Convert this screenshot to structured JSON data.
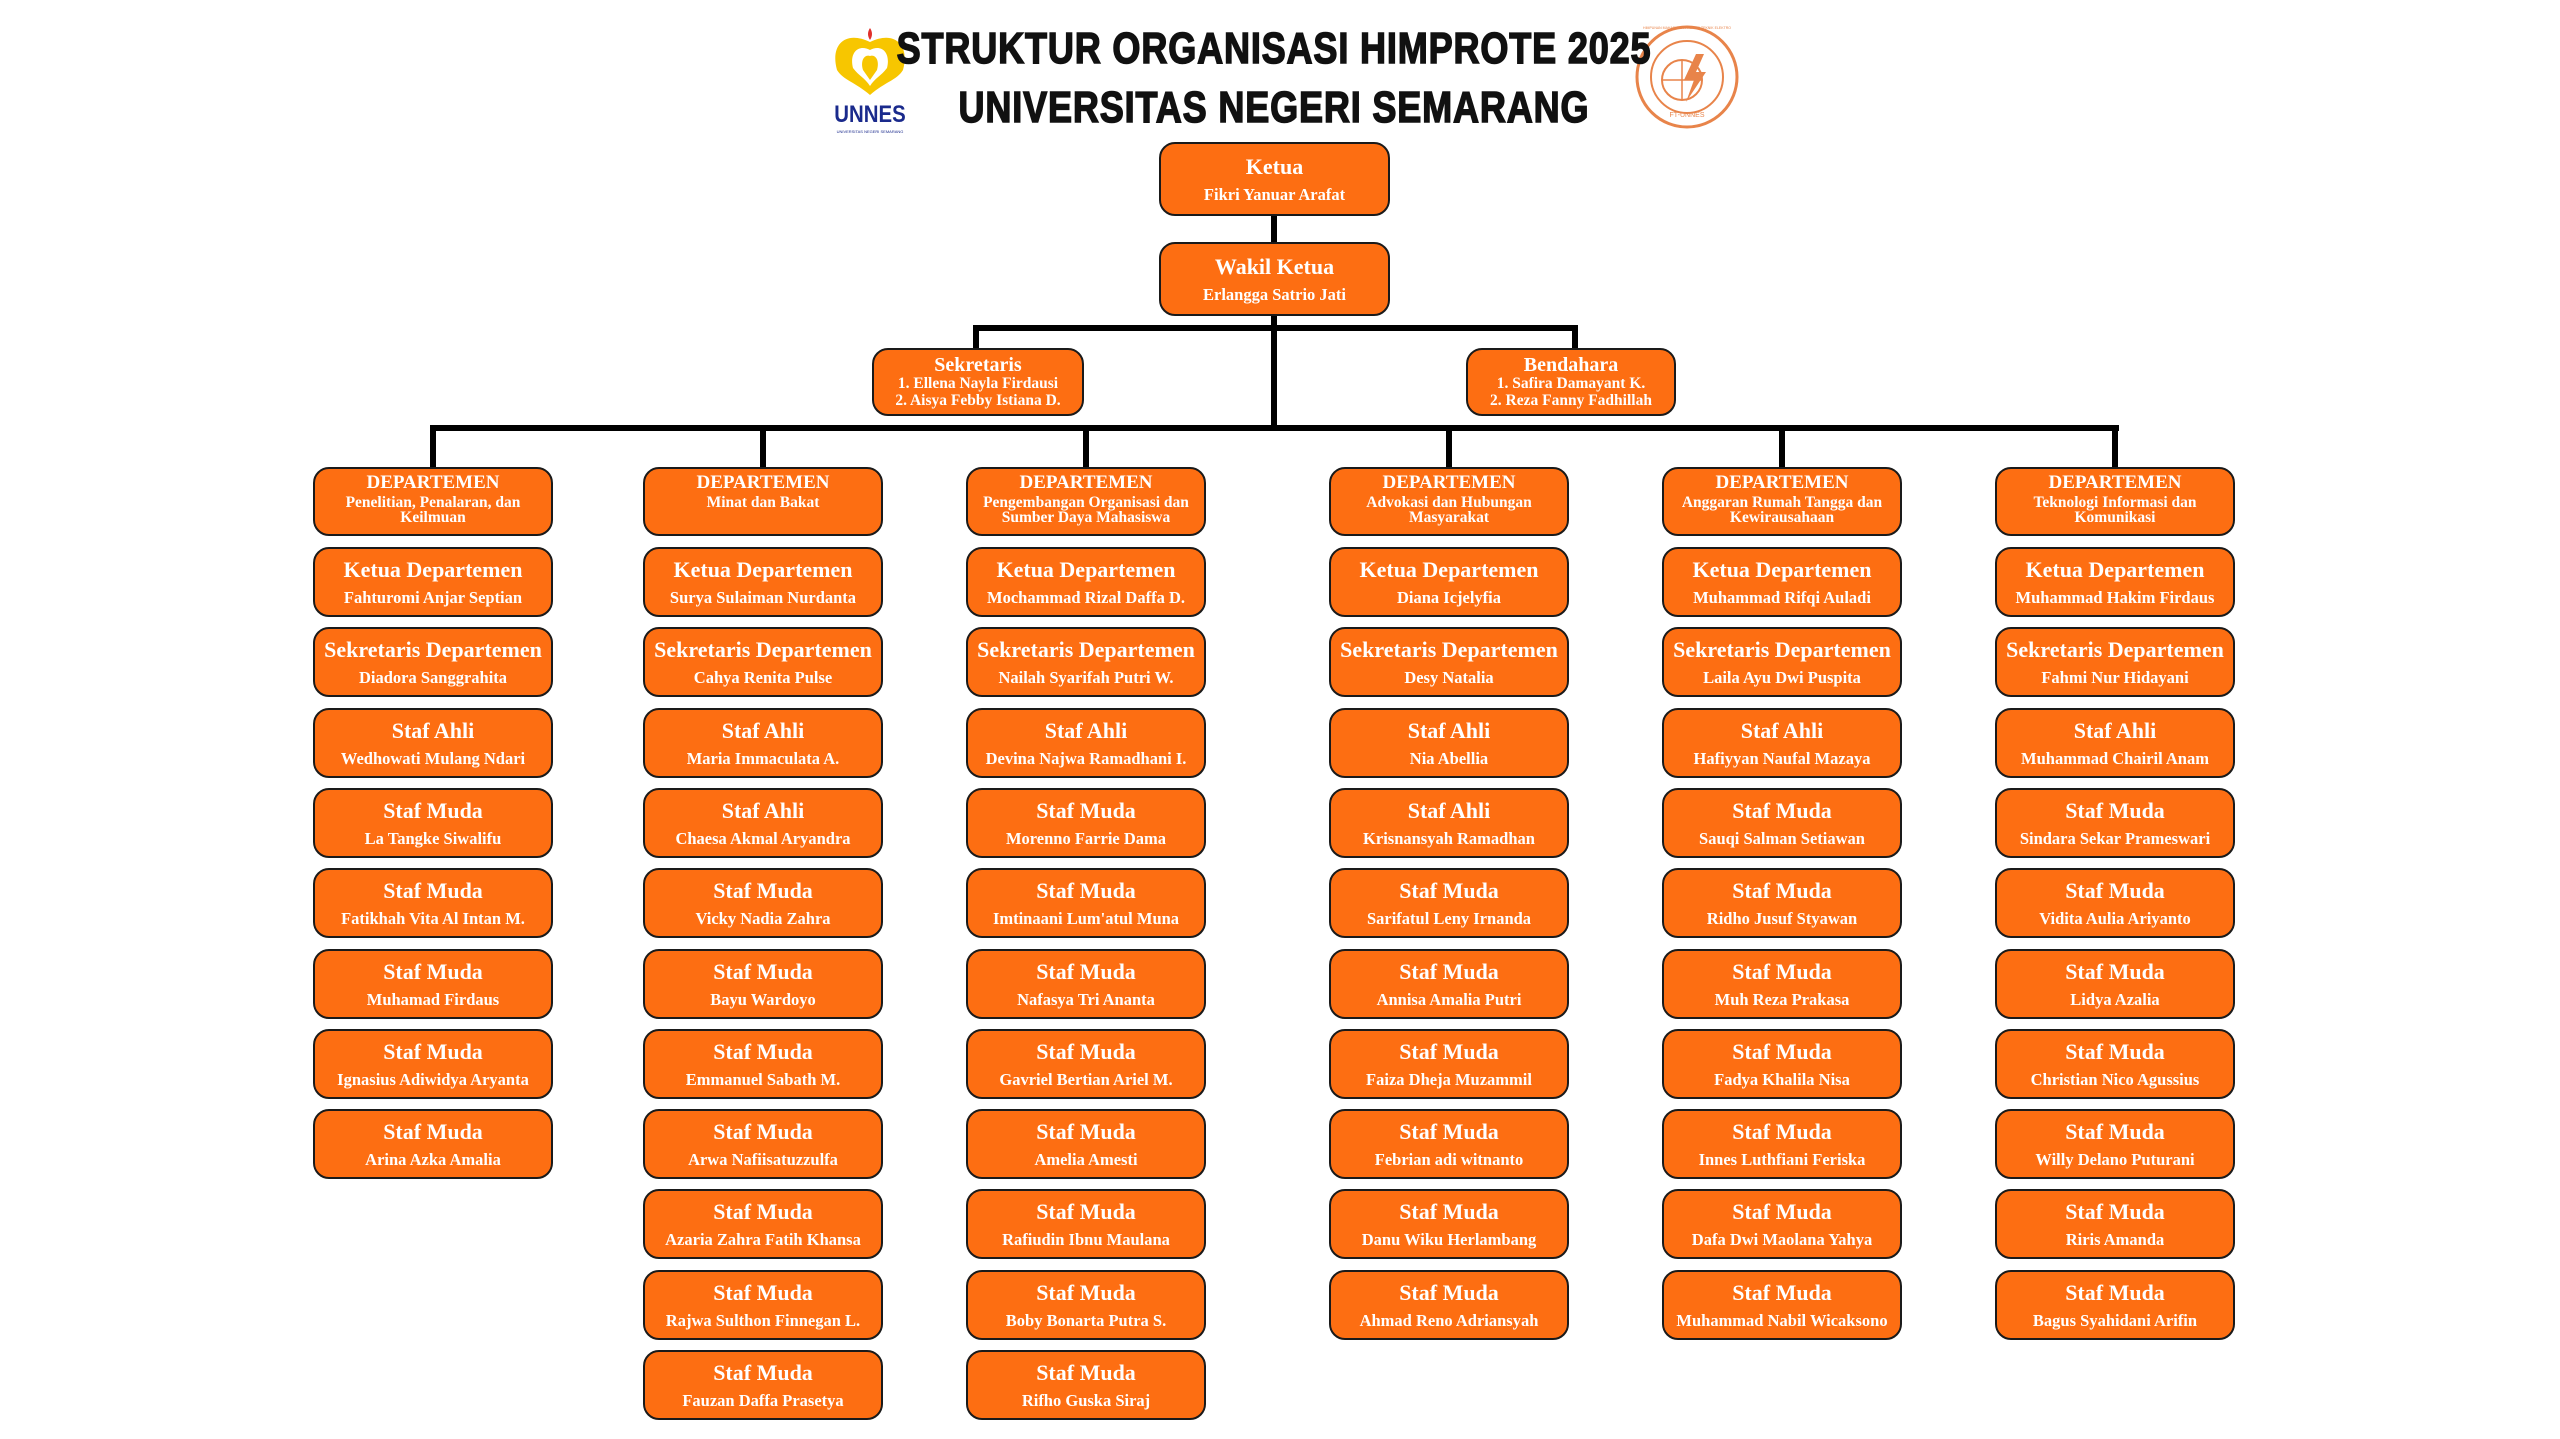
{
  "header": {
    "title_line1": "STRUKTUR ORGANISASI HIMPROTE 2025",
    "title_line2": "UNIVERSITAS NEGERI SEMARANG",
    "left_logo": {
      "text": "UNNES",
      "subtext": "UNIVERSITAS NEGERI SEMARANG",
      "color": "#1a2a8c",
      "accent": "#f7c600"
    },
    "right_logo": {
      "ring_text": "HIMPUNAN MAHASISWA PROFESI TEKNIK ELEKTRO",
      "bottom_text": "FT-UNNES",
      "color": "#e8844a"
    }
  },
  "ketua": {
    "role": "Ketua",
    "name": "Fikri Yanuar Arafat"
  },
  "wakil": {
    "role": "Wakil Ketua",
    "name": "Erlangga Satrio Jati"
  },
  "sekretaris": {
    "role": "Sekretaris",
    "members": [
      "1. Ellena Nayla Firdausi",
      "2. Aisya Febby Istiana D."
    ]
  },
  "bendahara": {
    "role": "Bendahara",
    "members": [
      "1. Safira Damayant K.",
      "2. Reza Fanny Fadhillah"
    ]
  },
  "colors": {
    "box": "#fd6e12",
    "border": "#1a1a1a"
  },
  "departments": [
    {
      "label": "DEPARTEMEN",
      "name": "Penelitian, Penalaran, dan Keilmuan",
      "members": [
        {
          "role": "Ketua Departemen",
          "name": "Fahturomi Anjar Septian"
        },
        {
          "role": "Sekretaris Departemen",
          "name": "Diadora Sanggrahita"
        },
        {
          "role": "Staf Ahli",
          "name": "Wedhowati Mulang Ndari"
        },
        {
          "role": "Staf Muda",
          "name": "La Tangke Siwalifu"
        },
        {
          "role": "Staf Muda",
          "name": "Fatikhah Vita Al Intan M."
        },
        {
          "role": "Staf Muda",
          "name": "Muhamad Firdaus"
        },
        {
          "role": "Staf Muda",
          "name": "Ignasius Adiwidya Aryanta"
        },
        {
          "role": "Staf Muda",
          "name": "Arina Azka Amalia"
        }
      ]
    },
    {
      "label": "DEPARTEMEN",
      "name": "Minat dan Bakat",
      "members": [
        {
          "role": "Ketua Departemen",
          "name": "Surya Sulaiman Nurdanta"
        },
        {
          "role": "Sekretaris Departemen",
          "name": "Cahya Renita Pulse"
        },
        {
          "role": "Staf Ahli",
          "name": "Maria Immaculata A."
        },
        {
          "role": "Staf Ahli",
          "name": "Chaesa Akmal Aryandra"
        },
        {
          "role": "Staf Muda",
          "name": "Vicky Nadia Zahra"
        },
        {
          "role": "Staf Muda",
          "name": "Bayu Wardoyo"
        },
        {
          "role": "Staf Muda",
          "name": "Emmanuel Sabath M."
        },
        {
          "role": "Staf Muda",
          "name": "Arwa Nafiisatuzzulfa"
        },
        {
          "role": "Staf Muda",
          "name": "Azaria Zahra Fatih Khansa"
        },
        {
          "role": "Staf Muda",
          "name": "Rajwa Sulthon Finnegan L."
        },
        {
          "role": "Staf Muda",
          "name": "Fauzan Daffa Prasetya"
        }
      ]
    },
    {
      "label": "DEPARTEMEN",
      "name": "Pengembangan Organisasi dan Sumber Daya Mahasiswa",
      "members": [
        {
          "role": "Ketua Departemen",
          "name": "Mochammad Rizal Daffa  D."
        },
        {
          "role": "Sekretaris Departemen",
          "name": "Nailah Syarifah Putri W."
        },
        {
          "role": "Staf Ahli",
          "name": "Devina Najwa Ramadhani I."
        },
        {
          "role": "Staf Muda",
          "name": "Morenno Farrie Dama"
        },
        {
          "role": "Staf Muda",
          "name": "Imtinaani Lum'atul Muna"
        },
        {
          "role": "Staf Muda",
          "name": "Nafasya Tri Ananta"
        },
        {
          "role": "Staf Muda",
          "name": "Gavriel Bertian Ariel M."
        },
        {
          "role": "Staf Muda",
          "name": "Amelia Amesti"
        },
        {
          "role": "Staf Muda",
          "name": "Rafiudin Ibnu Maulana"
        },
        {
          "role": "Staf Muda",
          "name": "Boby Bonarta Putra S."
        },
        {
          "role": "Staf Muda",
          "name": "Rifho Guska Siraj"
        }
      ]
    },
    {
      "label": "DEPARTEMEN",
      "name": "Advokasi dan Hubungan Masyarakat",
      "members": [
        {
          "role": "Ketua Departemen",
          "name": "Diana Icjelyfia"
        },
        {
          "role": "Sekretaris Departemen",
          "name": "Desy Natalia"
        },
        {
          "role": "Staf Ahli",
          "name": "Nia Abellia"
        },
        {
          "role": "Staf Ahli",
          "name": "Krisnansyah Ramadhan"
        },
        {
          "role": "Staf Muda",
          "name": "Sarifatul Leny Irnanda"
        },
        {
          "role": "Staf Muda",
          "name": "Annisa Amalia Putri"
        },
        {
          "role": "Staf Muda",
          "name": "Faiza Dheja Muzammil"
        },
        {
          "role": "Staf Muda",
          "name": "Febrian adi witnanto"
        },
        {
          "role": "Staf Muda",
          "name": "Danu Wiku Herlambang"
        },
        {
          "role": "Staf Muda",
          "name": "Ahmad Reno Adriansyah"
        }
      ]
    },
    {
      "label": "DEPARTEMEN",
      "name": "Anggaran Rumah Tangga dan Kewirausahaan",
      "members": [
        {
          "role": "Ketua Departemen",
          "name": "Muhammad Rifqi Auladi"
        },
        {
          "role": "Sekretaris Departemen",
          "name": "Laila Ayu Dwi Puspita"
        },
        {
          "role": "Staf Ahli",
          "name": "Hafiyyan Naufal Mazaya"
        },
        {
          "role": "Staf Muda",
          "name": "Sauqi Salman Setiawan"
        },
        {
          "role": "Staf Muda",
          "name": "Ridho Jusuf Styawan"
        },
        {
          "role": "Staf Muda",
          "name": "Muh Reza Prakasa"
        },
        {
          "role": "Staf Muda",
          "name": "Fadya Khalila Nisa"
        },
        {
          "role": "Staf Muda",
          "name": "Innes Luthfiani Feriska"
        },
        {
          "role": "Staf Muda",
          "name": "Dafa Dwi Maolana Yahya"
        },
        {
          "role": "Staf Muda",
          "name": "Muhammad Nabil Wicaksono"
        }
      ]
    },
    {
      "label": "DEPARTEMEN",
      "name": "Teknologi Informasi dan Komunikasi",
      "members": [
        {
          "role": "Ketua Departemen",
          "name": "Muhammad Hakim Firdaus"
        },
        {
          "role": "Sekretaris Departemen",
          "name": "Fahmi Nur Hidayani"
        },
        {
          "role": "Staf Ahli",
          "name": "Muhammad Chairil Anam"
        },
        {
          "role": "Staf Muda",
          "name": "Sindara Sekar Prameswari"
        },
        {
          "role": "Staf Muda",
          "name": "Vidita Aulia Ariyanto"
        },
        {
          "role": "Staf Muda",
          "name": "Lidya Azalia"
        },
        {
          "role": "Staf Muda",
          "name": "Christian Nico Agussius"
        },
        {
          "role": "Staf Muda",
          "name": "Willy Delano Puturani"
        },
        {
          "role": "Staf Muda",
          "name": "Riris Amanda"
        },
        {
          "role": "Staf Muda",
          "name": "Bagus Syahidani Arifin"
        }
      ]
    }
  ]
}
